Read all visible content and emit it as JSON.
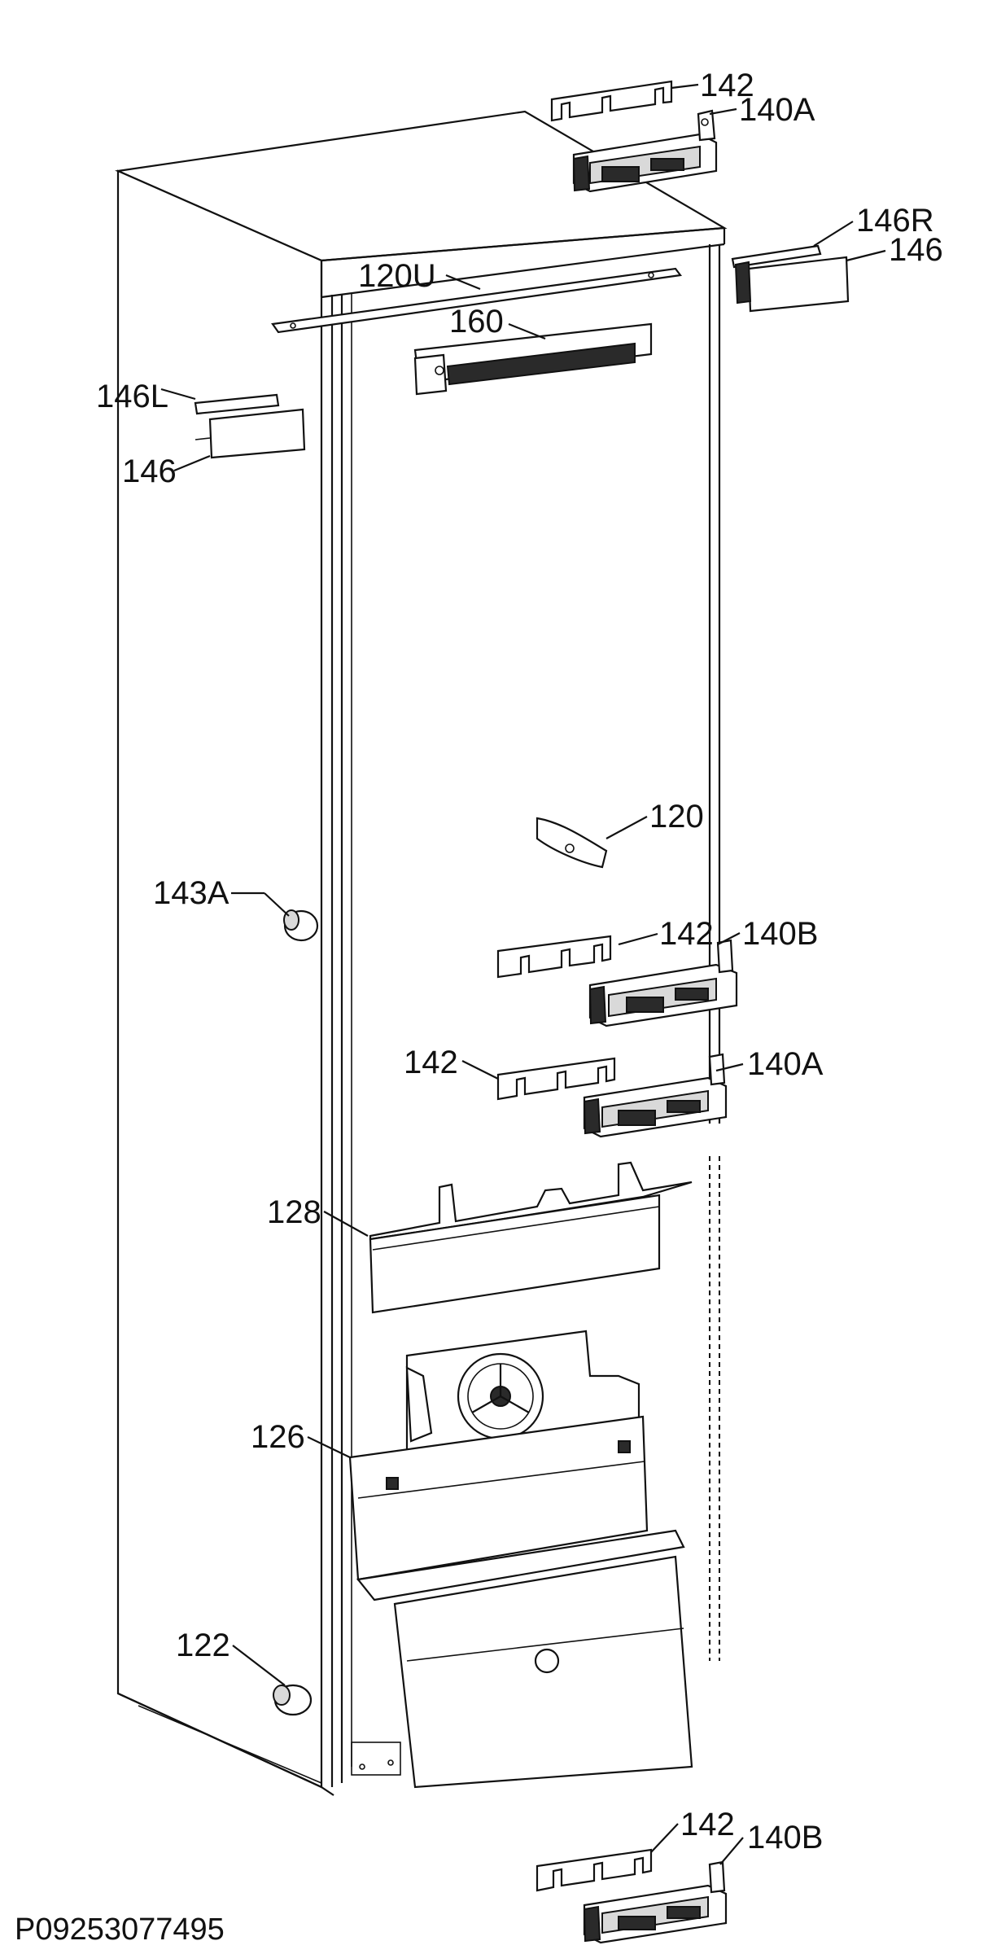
{
  "diagram": {
    "drawing_code": "P09253077495",
    "callouts": {
      "hinge_plate_top": "142",
      "hinge_top": "140A",
      "cover_right_trim": "146R",
      "cover_right": "146",
      "top_rail": "120U",
      "light_unit": "160",
      "cover_left_trim": "146L",
      "cover_left": "146",
      "handle_bracket": "120",
      "foot_pin_upper": "143A",
      "hinge_plate_mid1": "142",
      "hinge_mid1": "140B",
      "hinge_plate_mid2": "142",
      "hinge_mid2": "140A",
      "shelf_cover": "128",
      "fan_duct": "126",
      "foot_pin_lower": "122",
      "hinge_plate_bottom": "142",
      "hinge_bottom": "140B"
    }
  }
}
